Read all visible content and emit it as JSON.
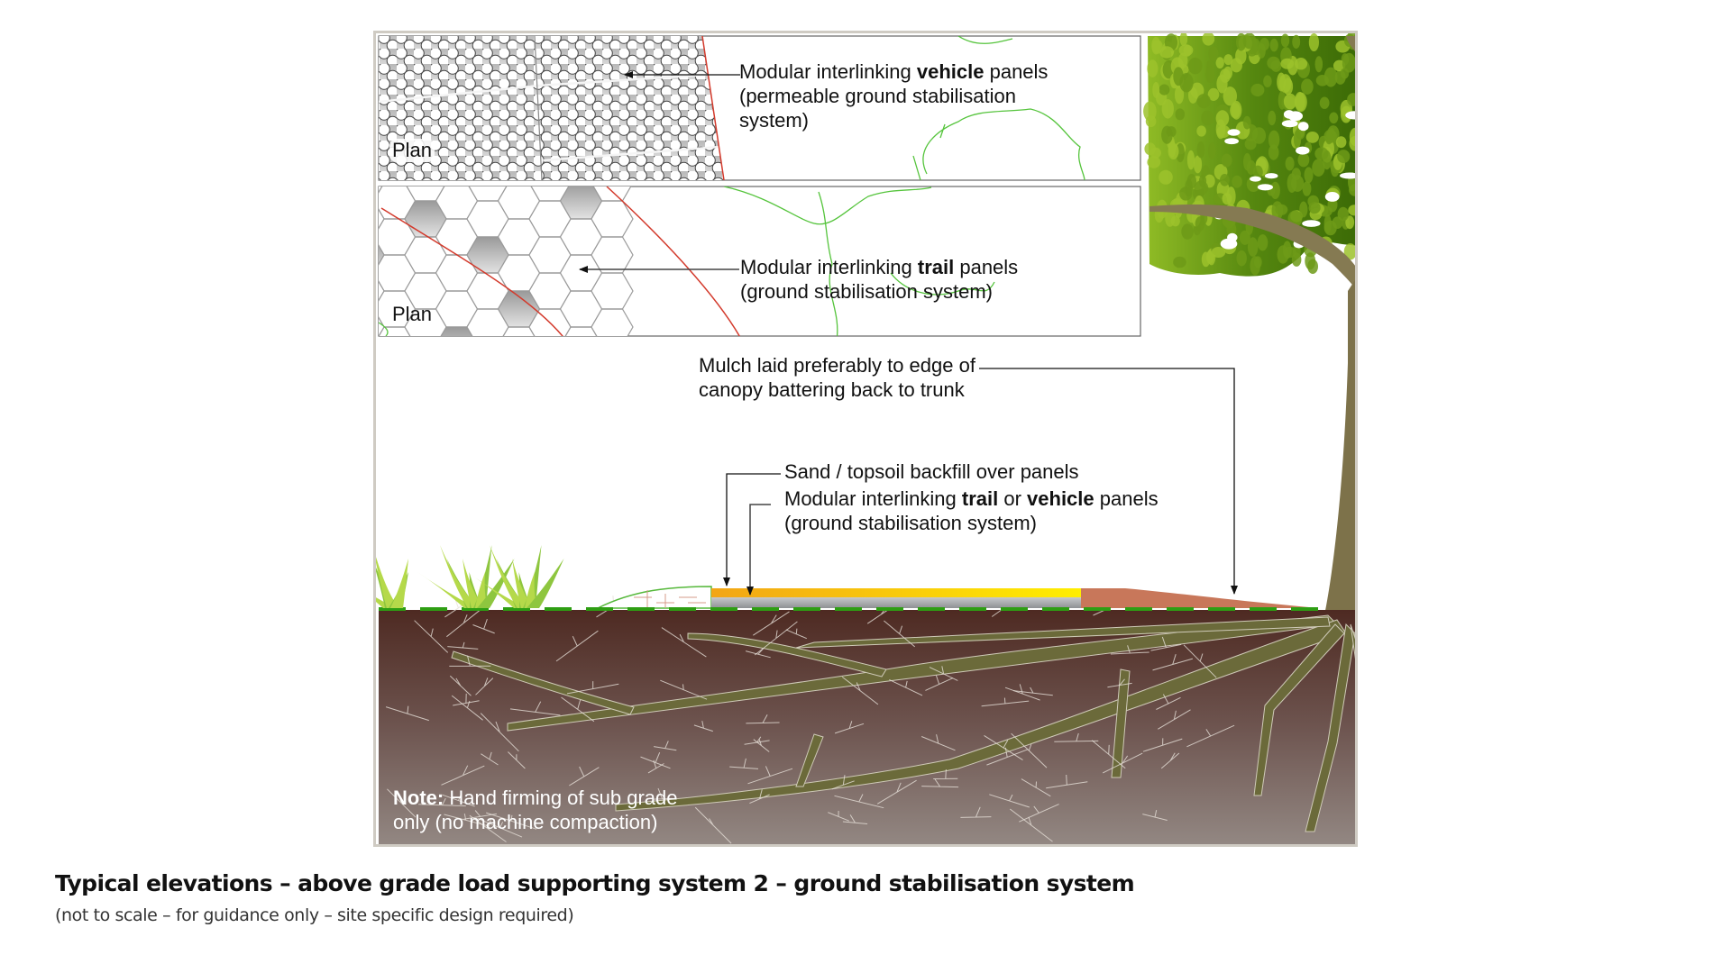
{
  "figure": {
    "title": "Typical elevations – above grade load supporting system 2 – ground stabilisation system",
    "subtitle": "(not to scale – for guidance only – site specific design required)"
  },
  "plan_vehicle": {
    "plan_label": "Plan",
    "line1_pre": "Modular interlinking ",
    "line1_bold": "vehicle",
    "line1_post": " panels",
    "line2": "(permeable ground stabilisation",
    "line3": "system)"
  },
  "plan_trail": {
    "plan_label": "Plan",
    "line1_pre": "Modular interlinking ",
    "line1_bold": "trail",
    "line1_post": " panels",
    "line2": "(ground stabilisation system)"
  },
  "callouts": {
    "mulch_line1": "Mulch laid preferably to edge of",
    "mulch_line2": "canopy battering back to trunk",
    "sand": "Sand / topsoil backfill over panels",
    "panels_pre": "Modular interlinking ",
    "panels_bold1": "trail",
    "panels_mid": " or ",
    "panels_bold2": "vehicle",
    "panels_post": " panels",
    "panels_line2": "(ground stabilisation system)"
  },
  "note": {
    "label": "Note:",
    "line1": " Hand firming of sub grade",
    "line2": "only (no machine compaction)"
  },
  "colors": {
    "sand_layer": "#f2a516",
    "sand_layer_end": "#ffee00",
    "panel_layer": "#a7a9ab",
    "mulch": "#c8775a",
    "soil_top": "#4e2a22",
    "soil_bottom": "#8f8480",
    "root": "#6b6a3a",
    "trunk": "#857a52",
    "canopy_dark": "#3f6e0a",
    "canopy_light": "#9cc22b",
    "grass": "#8ec63f",
    "turf_dash": "#2e9e13",
    "canopy_outline": "#55c43c",
    "tree_protection_line": "#d33a2c",
    "frame_border": "#cfcbc3"
  }
}
